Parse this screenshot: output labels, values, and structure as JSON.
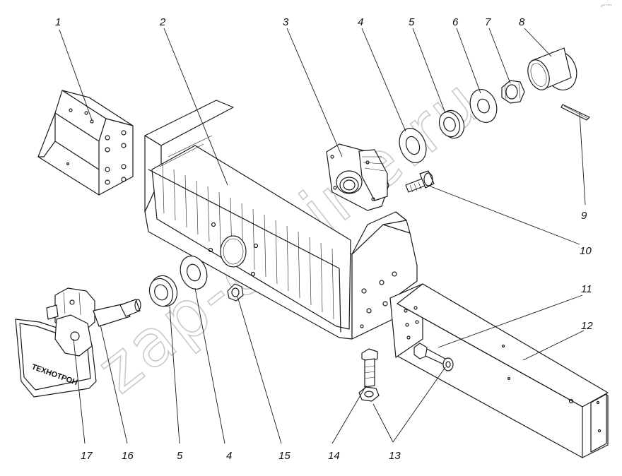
{
  "diagram": {
    "watermark": "zap-online.ru",
    "brand_marking": "ТЕХНОТРОН",
    "corner_mark": "z** ****",
    "callouts": [
      "1",
      "2",
      "3",
      "4",
      "5",
      "6",
      "7",
      "8",
      "9",
      "10",
      "11",
      "12",
      "13",
      "14",
      "15",
      "16",
      "17"
    ],
    "callouts_bottom": {
      "c17": "17",
      "c16": "16",
      "c5b": "5",
      "c4b": "4",
      "c15": "15",
      "c14": "14",
      "c13": "13"
    }
  }
}
